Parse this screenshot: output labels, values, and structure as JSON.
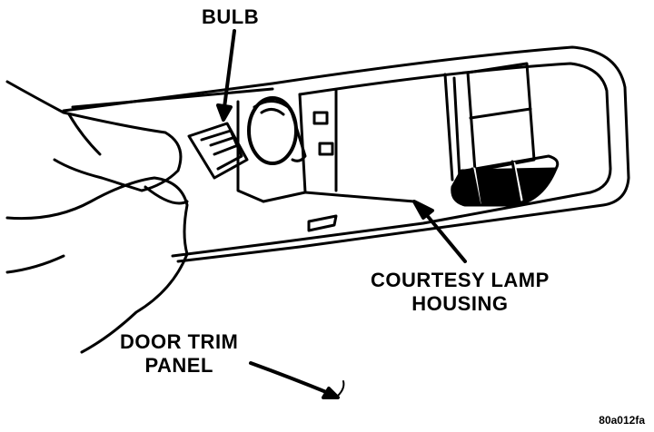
{
  "labels": {
    "bulb": "BULB",
    "courtesy_lamp_line1": "COURTESY LAMP",
    "courtesy_lamp_line2": "HOUSING",
    "door_trim_line1": "DOOR TRIM",
    "door_trim_line2": "PANEL"
  },
  "figure_id": "80a012fa",
  "colors": {
    "ink": "#000000",
    "paper": "#ffffff"
  }
}
